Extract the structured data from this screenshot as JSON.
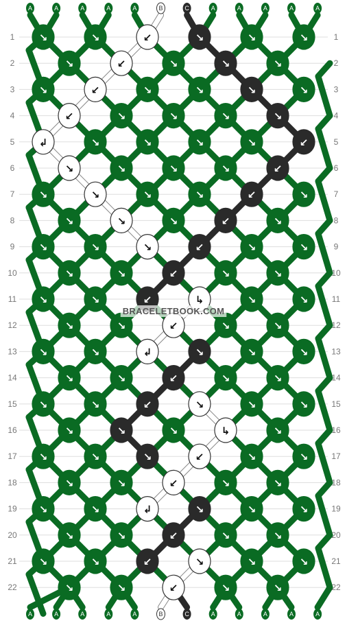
{
  "pattern": {
    "watermark": "BRACELETBOOK.COM",
    "colors": {
      "A": "#0a6b23",
      "B": "#ffffff",
      "C": "#2a2a2a"
    },
    "strands_top": [
      "A",
      "A",
      "A",
      "A",
      "A",
      "B",
      "C",
      "A",
      "A",
      "A",
      "A",
      "A"
    ],
    "strands_bottom": [
      "A",
      "A",
      "A",
      "A",
      "A",
      "B",
      "C",
      "A",
      "A",
      "A",
      "A",
      "A"
    ],
    "rows": [
      "1",
      "2",
      "3",
      "4",
      "5",
      "6",
      "7",
      "8",
      "9",
      "10",
      "11",
      "12",
      "13",
      "14",
      "15",
      "16",
      "17",
      "18",
      "19",
      "20",
      "21",
      "22"
    ],
    "row_knots": [
      [
        "A:↘",
        "A:↘",
        "B:↙",
        "C:↘",
        "A:↘",
        "A:↘"
      ],
      [
        "A:↘",
        "B:↙",
        "A:↘",
        "C:↘",
        "A:↘"
      ],
      [
        "A:↘",
        "B:↙",
        "A:↘",
        "A:↘",
        "C:↘",
        "A:↘"
      ],
      [
        "B:↙",
        "A:↘",
        "A:↘",
        "A:↘",
        "C:↘"
      ],
      [
        "B:↲",
        "A:↘",
        "A:↘",
        "A:↘",
        "A:↘",
        "C:↙"
      ],
      [
        "B:↘",
        "A:↘",
        "A:↘",
        "A:↘",
        "C:↙"
      ],
      [
        "A:↘",
        "B:↘",
        "A:↘",
        "A:↘",
        "C:↙",
        "A:↘"
      ],
      [
        "A:↘",
        "B:↘",
        "A:↘",
        "C:↙",
        "A:↘"
      ],
      [
        "A:↘",
        "A:↘",
        "B:↘",
        "C:↙",
        "A:↘",
        "A:↘"
      ],
      [
        "A:↘",
        "A:↘",
        "C:↙",
        "A:↘",
        "A:↘"
      ],
      [
        "A:↘",
        "A:↘",
        "C:↙",
        "B:↳",
        "A:↘",
        "A:↘"
      ],
      [
        "A:↘",
        "A:↘",
        "B:↙",
        "A:↘",
        "A:↘"
      ],
      [
        "A:↘",
        "A:↘",
        "B:↲",
        "C:↘",
        "A:↘",
        "A:↘"
      ],
      [
        "A:↘",
        "A:↘",
        "C:↙",
        "A:↘",
        "A:↘"
      ],
      [
        "A:↘",
        "A:↘",
        "C:↙",
        "B:↘",
        "A:↘",
        "A:↘"
      ],
      [
        "A:↘",
        "C:↘",
        "A:↘",
        "B:↳",
        "A:↘"
      ],
      [
        "A:↘",
        "A:↘",
        "C:↘",
        "B:↙",
        "A:↘",
        "A:↘"
      ],
      [
        "A:↘",
        "A:↘",
        "B:↙",
        "A:↘",
        "A:↘"
      ],
      [
        "A:↘",
        "A:↘",
        "B:↲",
        "C:↘",
        "A:↘",
        "A:↘"
      ],
      [
        "A:↘",
        "A:↘",
        "C:↙",
        "A:↘",
        "A:↘"
      ],
      [
        "A:↘",
        "A:↘",
        "C:↙",
        "B:↘",
        "A:↘",
        "A:↘"
      ],
      [
        "A:↘",
        "A:↘",
        "B:↙",
        "A:↘",
        "A:↘"
      ]
    ]
  }
}
